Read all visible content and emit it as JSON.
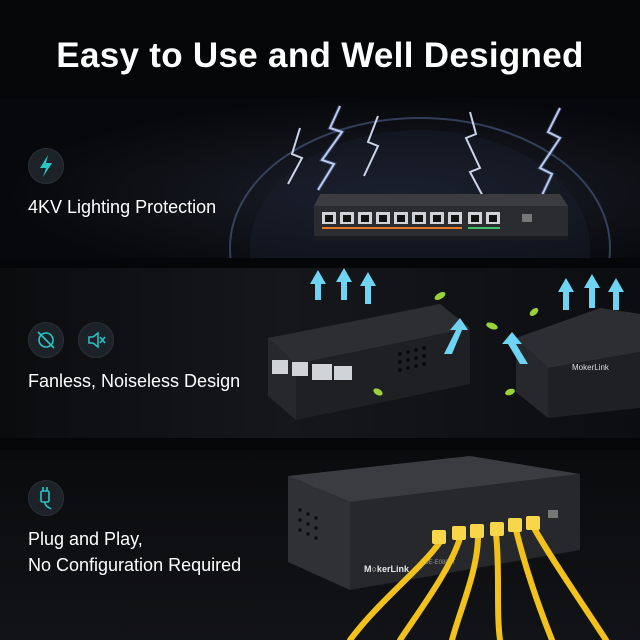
{
  "title": "Easy to Use and Well Designed",
  "features": [
    {
      "label": "4KV Lighting Protection",
      "icon": "lightning-icon"
    },
    {
      "label": "Fanless, Noiseless Design",
      "icons": [
        "no-fan-icon",
        "mute-icon"
      ]
    },
    {
      "label_line1": "Plug and Play,",
      "label_line2": "No Configuration Required",
      "icon": "plug-icon"
    }
  ],
  "brand": "M○kerLink",
  "brand_switch": "MokerLink",
  "model": "POE-E0802T"
}
